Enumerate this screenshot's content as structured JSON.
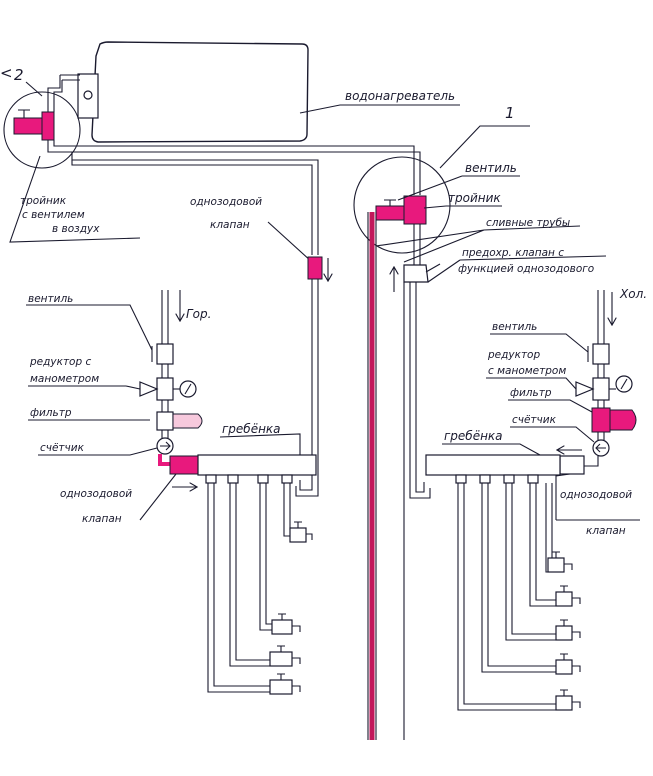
{
  "colors": {
    "ink": "#1a1a2e",
    "accent": "#e8197d",
    "pipe_hot_return": "#c2185b",
    "paper": "#ffffff"
  },
  "labels": {
    "num1": "1",
    "num2": "2",
    "num2_prefix": "<",
    "water_heater": "водонагреватель",
    "tee_valve_air_1": "тройник",
    "tee_valve_air_2": "с вентилем",
    "tee_valve_air_3": "в воздух",
    "check_valve_top_1": "однозодовой",
    "check_valve_top_2": "клапан",
    "valve_right": "вентиль",
    "tee_right": "тройник",
    "drain_pipes": "сливные трубы",
    "relief_valve_1": "предохр. клапан с",
    "relief_valve_2": "функцией однозодового",
    "hot": "Гор.",
    "cold": "Хол.",
    "valve_left": "вентиль",
    "reducer_left_1": "редуктор с",
    "reducer_left_2": "манометром",
    "filter_left": "фильтр",
    "meter_left": "счётчик",
    "manifold_left": "гребёнка",
    "check_valve_left_1": "однозодовой",
    "check_valve_left_2": "клапан",
    "valve_right2": "вентиль",
    "reducer_right_1": "редуктор",
    "reducer_right_2": "с манометром",
    "filter_right": "фильтр",
    "meter_right": "счётчик",
    "manifold_right": "гребёнка",
    "check_valve_right_1": "однозодовой",
    "check_valve_right_2": "клапан"
  },
  "icons": [
    "water-heater-icon",
    "tee-valve-icon",
    "check-valve-icon",
    "reducer-icon",
    "pressure-gauge-icon",
    "filter-icon",
    "water-meter-icon",
    "manifold-icon",
    "tap-icon",
    "relief-valve-icon",
    "flow-arrow-icon"
  ]
}
